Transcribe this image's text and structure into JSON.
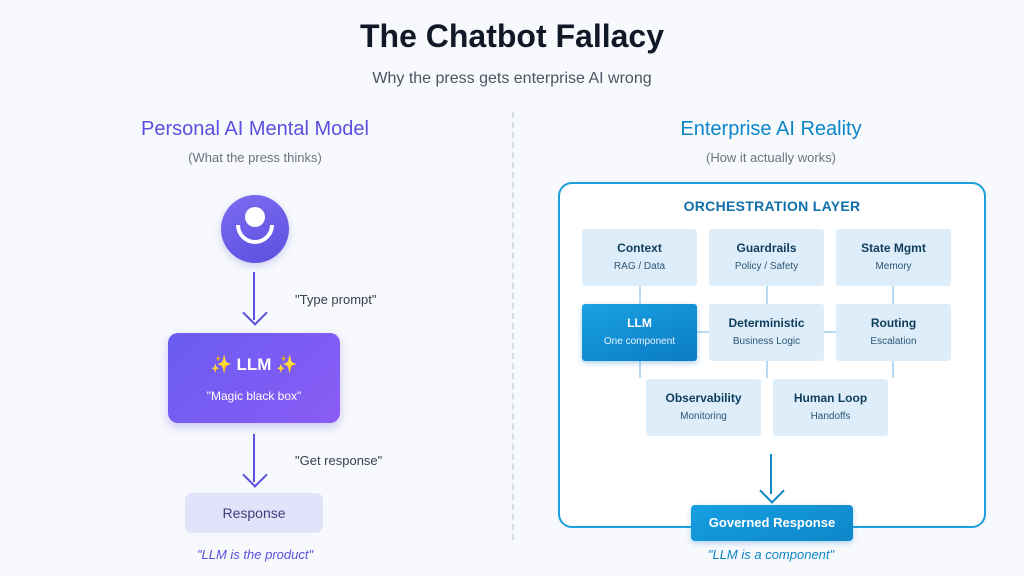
{
  "header": {
    "title": "The Chatbot Fallacy",
    "subtitle": "Why the press gets enterprise AI wrong"
  },
  "left": {
    "title": "Personal AI Mental Model",
    "subtitle": "(What the press thinks)",
    "prompt_note": "\"Type prompt\"",
    "llm_label": "✨ LLM ✨",
    "llm_desc": "\"Magic black box\"",
    "response_note": "\"Get response\"",
    "response_label": "Response",
    "caption": "\"LLM is the product\""
  },
  "right": {
    "title": "Enterprise AI Reality",
    "subtitle": "(How it actually works)",
    "layer_title": "ORCHESTRATION LAYER",
    "components": [
      {
        "name": "Context",
        "desc": "RAG / Data"
      },
      {
        "name": "Guardrails",
        "desc": "Policy / Safety"
      },
      {
        "name": "State Mgmt",
        "desc": "Memory"
      },
      {
        "name": "LLM",
        "desc": "One component"
      },
      {
        "name": "Deterministic",
        "desc": "Business Logic"
      },
      {
        "name": "Routing",
        "desc": "Escalation"
      },
      {
        "name": "Observability",
        "desc": "Monitoring"
      },
      {
        "name": "Human Loop",
        "desc": "Handoffs"
      }
    ],
    "output_label": "Governed Response",
    "caption": "\"LLM is a component\""
  },
  "colors": {
    "left_accent": "#5a4fe0",
    "right_accent": "#0d86c9",
    "component_fill": "#ddeefa",
    "highlight_fill": "#0a7bc4"
  }
}
